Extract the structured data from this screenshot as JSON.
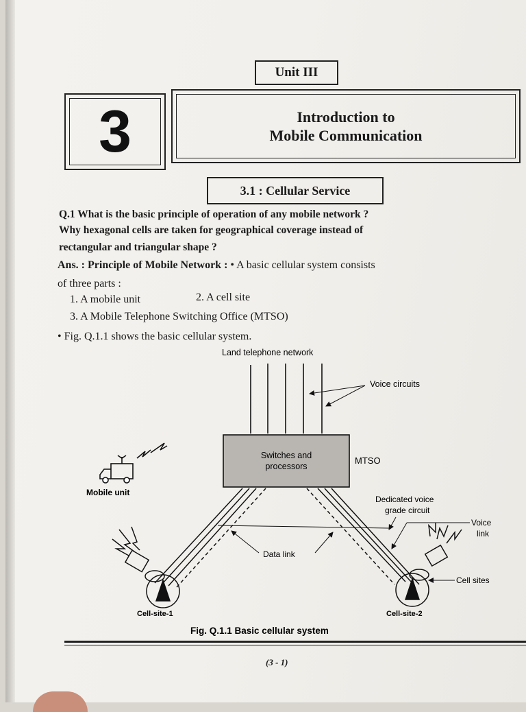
{
  "header": {
    "unit": "Unit III",
    "chapter_number": "3",
    "chapter_title_line1": "Introduction to",
    "chapter_title_line2": "Mobile Communication"
  },
  "section": {
    "title": "3.1 : Cellular Service"
  },
  "question": {
    "line1": "Q.1  What is the basic principle of operation of any mobile network ?",
    "line2": "Why hexagonal cells are taken for geographical coverage instead of",
    "line3": "rectangular and triangular shape ?"
  },
  "answer": {
    "lead": "Ans. : Principle of Mobile Network : ",
    "bullet_text": "• A basic cellular system consists",
    "line2": "of three parts :",
    "item1": "1. A mobile unit",
    "item2": "2. A cell site",
    "item3": "3. A Mobile Telephone Switching Office (MTSO)",
    "fig_ref": "• Fig. Q.1.1 shows the basic cellular system."
  },
  "diagram": {
    "land_network": "Land telephone network",
    "voice_circuits": "Voice circuits",
    "switch_line1": "Switches and",
    "switch_line2": "processors",
    "mtso": "MTSO",
    "mobile_unit": "Mobile unit",
    "dedicated_line1": "Dedicated voice",
    "dedicated_line2": "grade circuit",
    "voice_link_line1": "Voice",
    "voice_link_line2": "link",
    "data_link": "Data link",
    "cell_sites": "Cell sites",
    "cell_site_1": "Cell-site-1",
    "cell_site_2": "Cell-site-2",
    "caption": "Fig. Q.1.1 Basic cellular system"
  },
  "footer": {
    "page_number": "(3 - 1)"
  }
}
